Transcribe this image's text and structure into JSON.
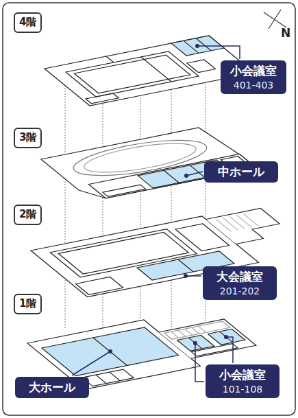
{
  "diagram": {
    "nodes": [
      {
        "text": [
          "4階"
        ]
      },
      {
        "text": [
          "小会議室",
          "401-403"
        ]
      },
      {
        "text": [
          "3階"
        ]
      },
      {
        "text": [
          "中ホール"
        ]
      },
      {
        "text": [
          "2階"
        ]
      },
      {
        "text": [
          "大会議室",
          "201-202"
        ]
      },
      {
        "text": [
          "1階"
        ]
      },
      {
        "text": [
          "大ホール"
        ]
      },
      {
        "text": [
          "小会議室",
          "101-108"
        ]
      }
    ],
    "labels": [
      "N"
    ]
  }
}
